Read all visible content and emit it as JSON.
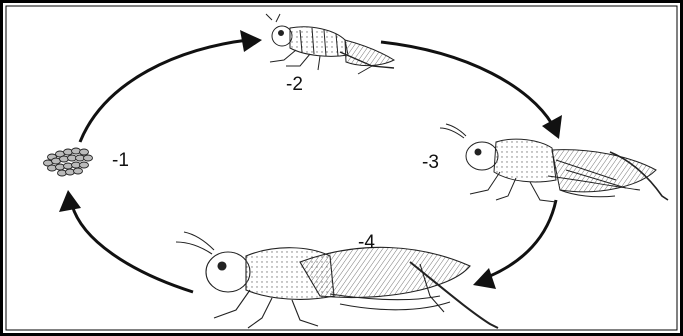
{
  "diagram": {
    "stages": [
      {
        "label": "-1",
        "depicts": "eggs-cluster"
      },
      {
        "label": "-2",
        "depicts": "young-nymph"
      },
      {
        "label": "-3",
        "depicts": "older-nymph"
      },
      {
        "label": "-4",
        "depicts": "adult-grasshopper"
      }
    ],
    "line_color": "#111111",
    "frame_color": "#000000"
  }
}
